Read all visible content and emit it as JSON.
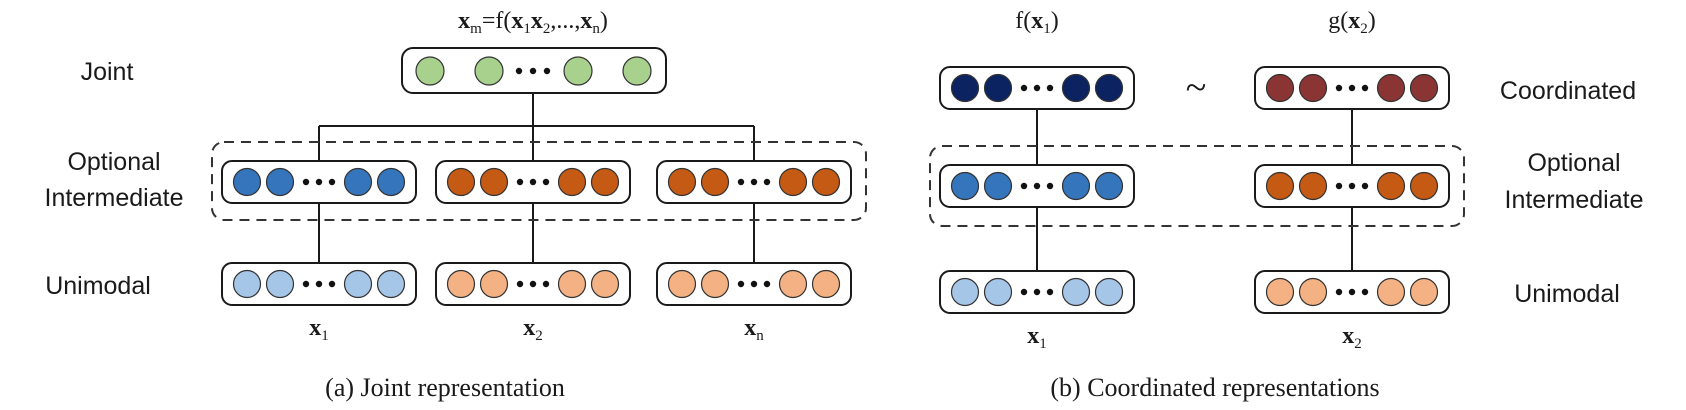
{
  "colors": {
    "joint_green": "#a9d18e",
    "coord_navy": "#0b2360",
    "coord_maroon": "#8b3434",
    "inter_blue": "#3475bb",
    "inter_orange": "#c45a14",
    "uni_lightblue": "#a6c6e8",
    "uni_peach": "#f4b183"
  },
  "joint": {
    "formula": {
      "x": "x",
      "x_sub": "m",
      "eq": "=f(",
      "x1": "x",
      "x1_sub": "1",
      "x2": "x",
      "x2_sub": "2",
      "sep": ",...,",
      "xn": "x",
      "xn_sub": "n",
      "close": ")"
    },
    "labels": {
      "joint": "Joint",
      "optional": "Optional",
      "intermediate": "Intermediate",
      "unimodal": "Unimodal"
    },
    "inputs": [
      {
        "x": "x",
        "sub": "1"
      },
      {
        "x": "x",
        "sub": "2"
      },
      {
        "x": "x",
        "sub": "n"
      }
    ],
    "caption": "(a) Joint representation"
  },
  "coordinated": {
    "f_label": {
      "fn": "f(",
      "x": "x",
      "sub": "1",
      "close": ")"
    },
    "g_label": {
      "fn": "g(",
      "x": "x",
      "sub": "2",
      "close": ")"
    },
    "tilde": "~",
    "labels": {
      "coordinated": "Coordinated",
      "optional": "Optional",
      "intermediate": "Intermediate",
      "unimodal": "Unimodal"
    },
    "inputs": [
      {
        "x": "x",
        "sub": "1"
      },
      {
        "x": "x",
        "sub": "2"
      }
    ],
    "caption": "(b) Coordinated representations"
  }
}
